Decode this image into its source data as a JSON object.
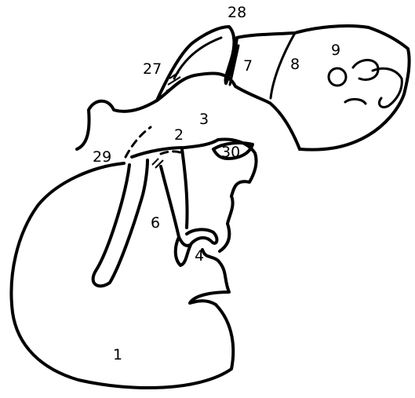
{
  "labels": {
    "l1": "1",
    "l2": "2",
    "l3": "3",
    "l4": "4",
    "l6": "6",
    "l7": "7",
    "l8": "8",
    "l9": "9",
    "l27": "27",
    "l28": "28",
    "l29": "29",
    "l30": "30"
  },
  "colors": {
    "ink": "#000000",
    "background": "#ffffff"
  }
}
